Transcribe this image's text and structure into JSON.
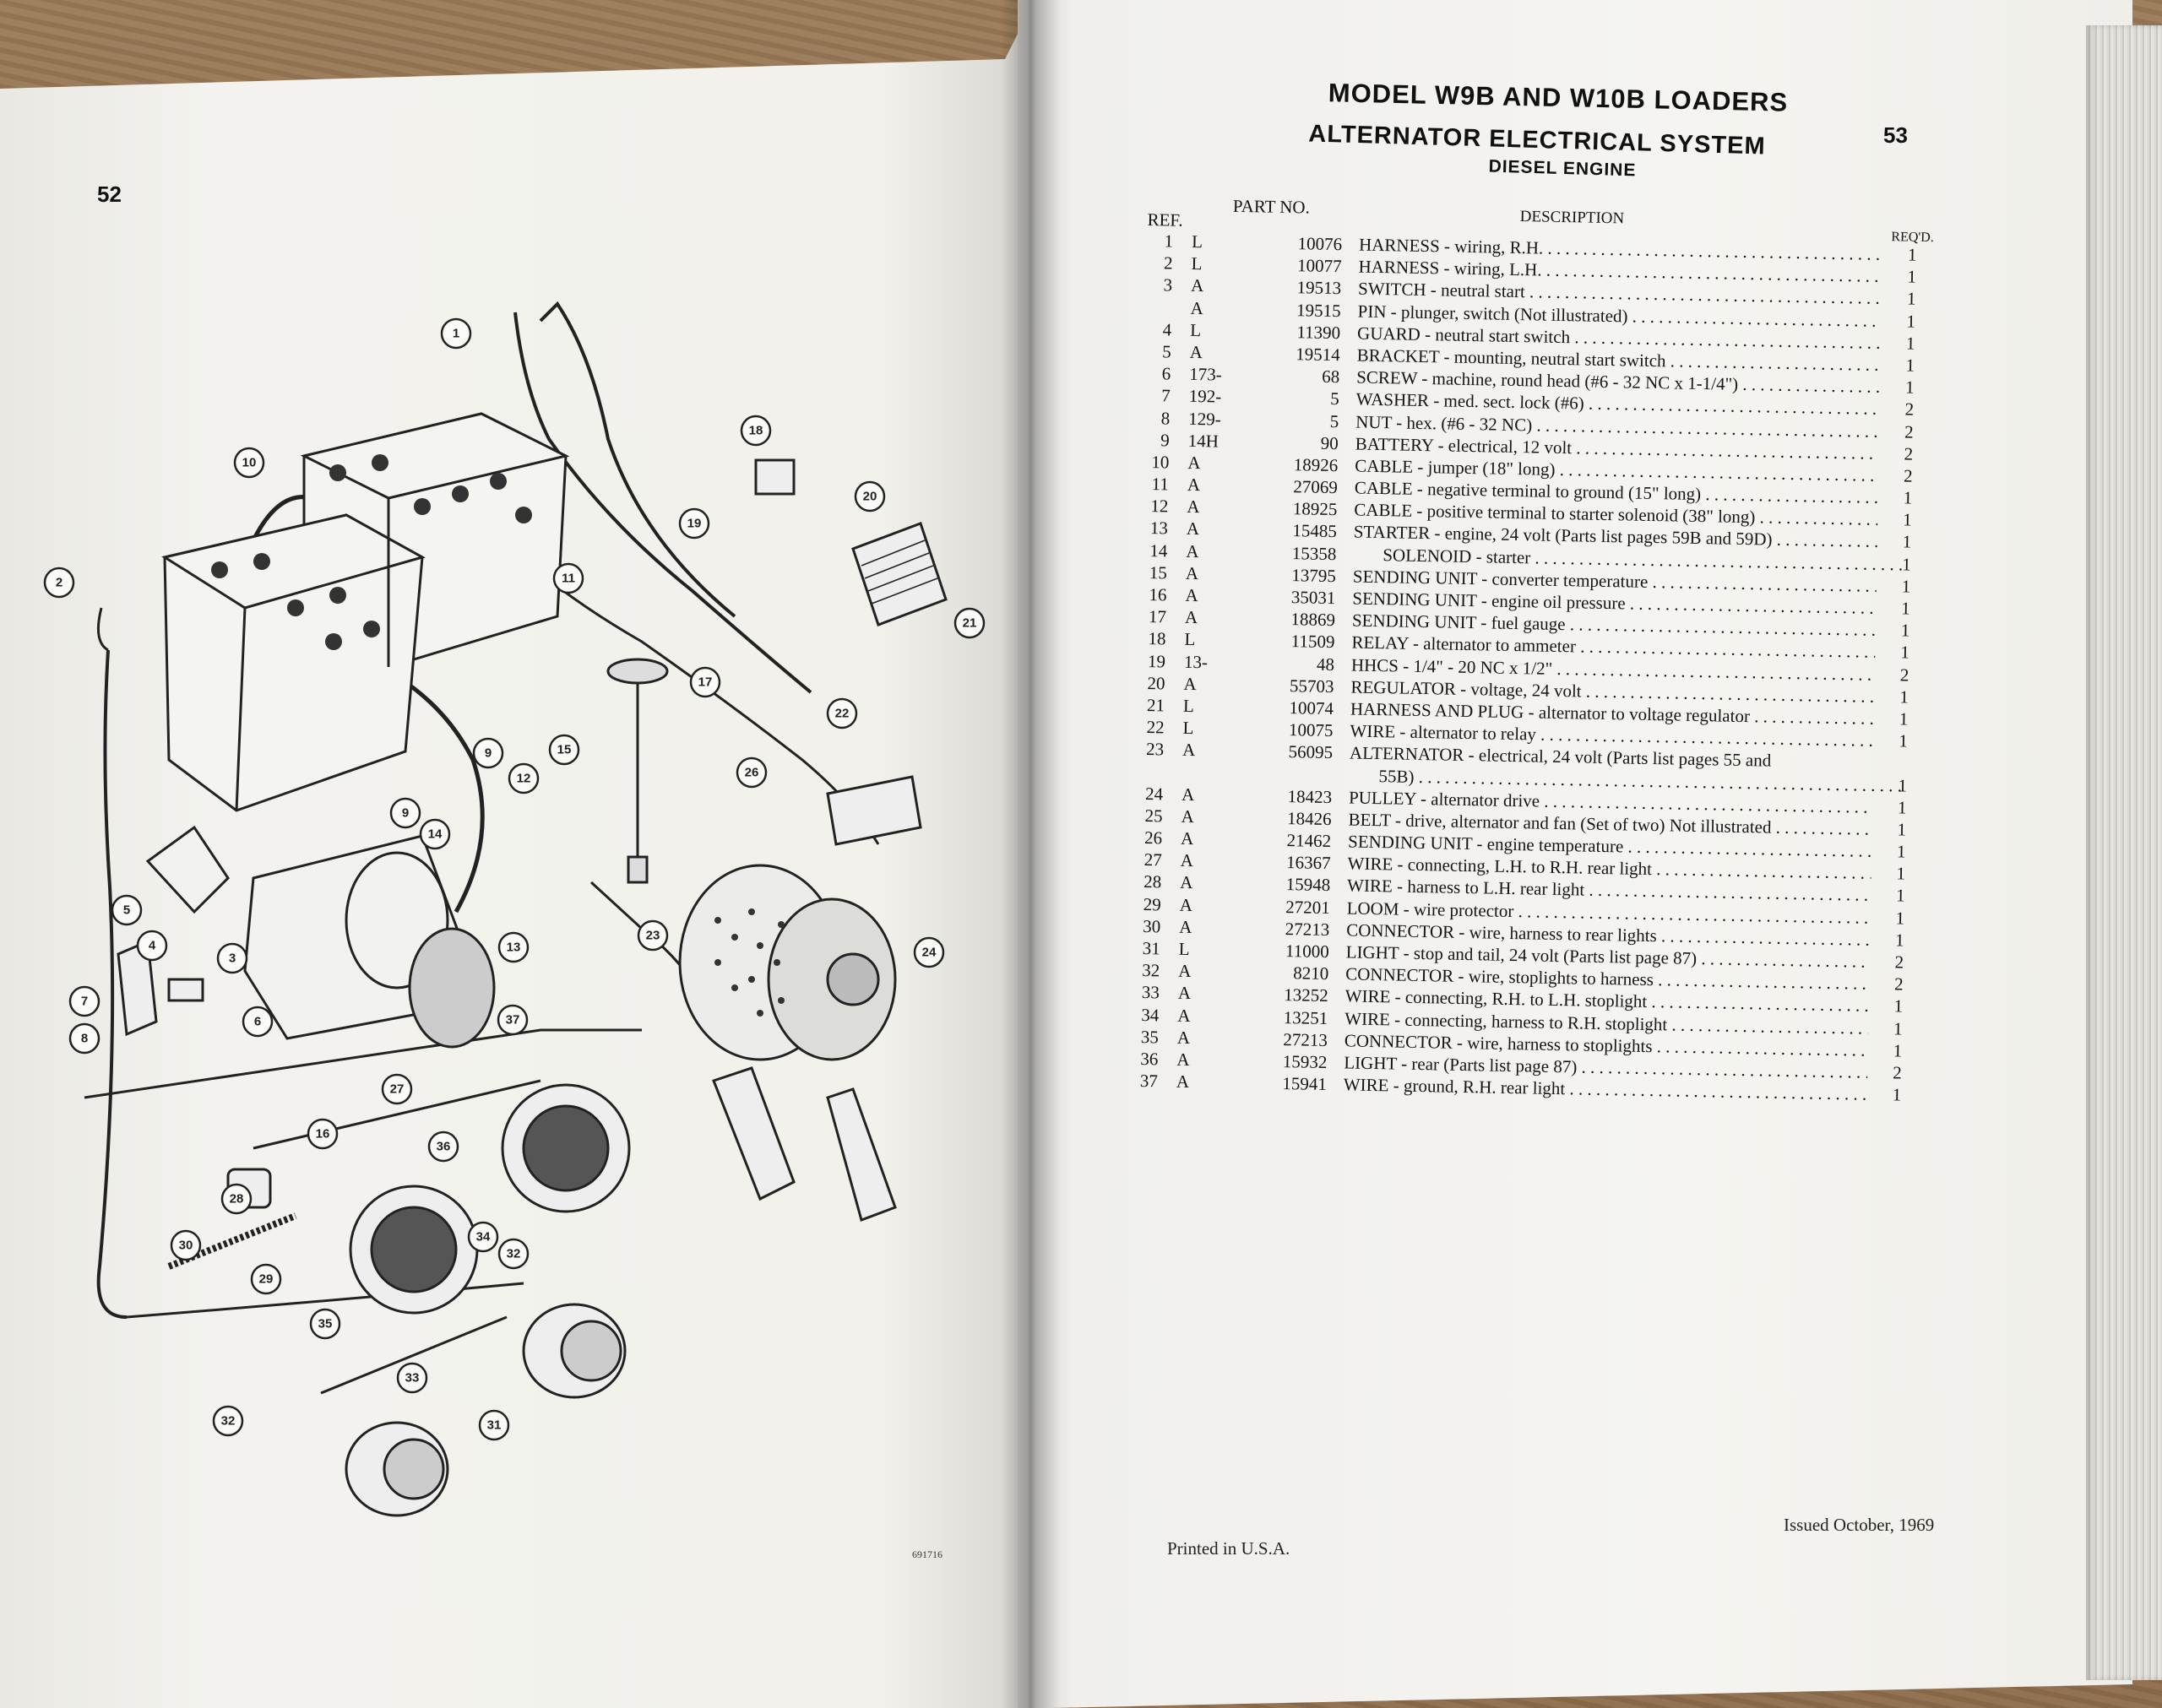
{
  "left_page": {
    "page_number": "52",
    "figure_code": "691716",
    "callouts": [
      "1",
      "2",
      "3",
      "4",
      "5",
      "6",
      "7",
      "8",
      "9",
      "9",
      "10",
      "11",
      "12",
      "13",
      "14",
      "15",
      "16",
      "17",
      "18",
      "19",
      "20",
      "21",
      "22",
      "23",
      "24",
      "26",
      "27",
      "28",
      "29",
      "30",
      "31",
      "32",
      "32",
      "33",
      "34",
      "35",
      "36",
      "37"
    ]
  },
  "right_page": {
    "page_number": "53",
    "title": "MODEL W9B AND W10B LOADERS",
    "subtitle": "ALTERNATOR ELECTRICAL SYSTEM",
    "subsubtitle": "DIESEL ENGINE",
    "headers": {
      "ref": "REF.",
      "part_no": "PART NO.",
      "description": "DESCRIPTION",
      "reqd": "REQ'D."
    },
    "rows": [
      {
        "ref": "1",
        "code": "L",
        "part": "10076",
        "desc": "HARNESS - wiring, R.H.",
        "qty": "1"
      },
      {
        "ref": "2",
        "code": "L",
        "part": "10077",
        "desc": "HARNESS - wiring, L.H.",
        "qty": "1"
      },
      {
        "ref": "3",
        "code": "A",
        "part": "19513",
        "desc": "SWITCH - neutral start",
        "qty": "1"
      },
      {
        "ref": "",
        "code": "A",
        "part": "19515",
        "desc": "PIN - plunger, switch (Not illustrated)",
        "qty": "1"
      },
      {
        "ref": "4",
        "code": "L",
        "part": "11390",
        "desc": "GUARD - neutral start switch",
        "qty": "1"
      },
      {
        "ref": "5",
        "code": "A",
        "part": "19514",
        "desc": "BRACKET - mounting, neutral start switch",
        "qty": "1"
      },
      {
        "ref": "6",
        "code": "173-",
        "part": "68",
        "desc": "SCREW - machine, round head (#6 - 32 NC x 1-1/4\")",
        "qty": "1"
      },
      {
        "ref": "7",
        "code": "192-",
        "part": "5",
        "desc": "WASHER - med. sect. lock (#6)",
        "qty": "2"
      },
      {
        "ref": "8",
        "code": "129-",
        "part": "5",
        "desc": "NUT - hex. (#6 - 32 NC)",
        "qty": "2"
      },
      {
        "ref": "9",
        "code": "14H",
        "part": "90",
        "desc": "BATTERY - electrical, 12 volt",
        "qty": "2"
      },
      {
        "ref": "10",
        "code": "A",
        "part": "18926",
        "desc": "CABLE - jumper (18\" long)",
        "qty": "2"
      },
      {
        "ref": "11",
        "code": "A",
        "part": "27069",
        "desc": "CABLE - negative terminal to ground (15\" long)",
        "qty": "1"
      },
      {
        "ref": "12",
        "code": "A",
        "part": "18925",
        "desc": "CABLE - positive terminal to starter solenoid (38\" long)",
        "qty": "1"
      },
      {
        "ref": "13",
        "code": "A",
        "part": "15485",
        "desc": "STARTER - engine, 24 volt (Parts list pages 59B and 59D)",
        "qty": "1"
      },
      {
        "ref": "14",
        "code": "A",
        "part": "15358",
        "desc": "SOLENOID - starter",
        "qty": "1",
        "indent": true
      },
      {
        "ref": "15",
        "code": "A",
        "part": "13795",
        "desc": "SENDING UNIT - converter temperature",
        "qty": "1"
      },
      {
        "ref": "16",
        "code": "A",
        "part": "35031",
        "desc": "SENDING UNIT - engine oil pressure",
        "qty": "1"
      },
      {
        "ref": "17",
        "code": "A",
        "part": "18869",
        "desc": "SENDING UNIT - fuel gauge",
        "qty": "1"
      },
      {
        "ref": "18",
        "code": "L",
        "part": "11509",
        "desc": "RELAY - alternator to ammeter",
        "qty": "1"
      },
      {
        "ref": "19",
        "code": "13-",
        "part": "48",
        "desc": "HHCS - 1/4\" - 20 NC x 1/2\"",
        "qty": "2"
      },
      {
        "ref": "20",
        "code": "A",
        "part": "55703",
        "desc": "REGULATOR - voltage, 24 volt",
        "qty": "1"
      },
      {
        "ref": "21",
        "code": "L",
        "part": "10074",
        "desc": "HARNESS AND PLUG - alternator to voltage regulator",
        "qty": "1"
      },
      {
        "ref": "22",
        "code": "L",
        "part": "10075",
        "desc": "WIRE - alternator to relay",
        "qty": "1"
      },
      {
        "ref": "23",
        "code": "A",
        "part": "56095",
        "desc": "ALTERNATOR - electrical, 24 volt (Parts list pages 55 and",
        "qty": ""
      },
      {
        "ref": "",
        "code": "",
        "part": "",
        "desc": "55B)",
        "qty": "1",
        "indent": true
      },
      {
        "ref": "24",
        "code": "A",
        "part": "18423",
        "desc": "PULLEY - alternator drive",
        "qty": "1"
      },
      {
        "ref": "25",
        "code": "A",
        "part": "18426",
        "desc": "BELT - drive, alternator and fan (Set of two) Not illustrated",
        "qty": "1"
      },
      {
        "ref": "26",
        "code": "A",
        "part": "21462",
        "desc": "SENDING UNIT - engine temperature",
        "qty": "1"
      },
      {
        "ref": "27",
        "code": "A",
        "part": "16367",
        "desc": "WIRE - connecting, L.H. to R.H. rear light",
        "qty": "1"
      },
      {
        "ref": "28",
        "code": "A",
        "part": "15948",
        "desc": "WIRE - harness to L.H. rear light",
        "qty": "1"
      },
      {
        "ref": "29",
        "code": "A",
        "part": "27201",
        "desc": "LOOM - wire protector",
        "qty": "1"
      },
      {
        "ref": "30",
        "code": "A",
        "part": "27213",
        "desc": "CONNECTOR - wire, harness to rear lights",
        "qty": "1"
      },
      {
        "ref": "31",
        "code": "L",
        "part": "11000",
        "desc": "LIGHT - stop and tail, 24 volt (Parts list page 87)",
        "qty": "2"
      },
      {
        "ref": "32",
        "code": "A",
        "part": "8210",
        "desc": "CONNECTOR - wire, stoplights to harness",
        "qty": "2"
      },
      {
        "ref": "33",
        "code": "A",
        "part": "13252",
        "desc": "WIRE - connecting, R.H. to L.H. stoplight",
        "qty": "1"
      },
      {
        "ref": "34",
        "code": "A",
        "part": "13251",
        "desc": "WIRE - connecting, harness to R.H. stoplight",
        "qty": "1"
      },
      {
        "ref": "35",
        "code": "A",
        "part": "27213",
        "desc": "CONNECTOR - wire, harness to stoplights",
        "qty": "1"
      },
      {
        "ref": "36",
        "code": "A",
        "part": "15932",
        "desc": "LIGHT - rear (Parts list page 87)",
        "qty": "2"
      },
      {
        "ref": "37",
        "code": "A",
        "part": "15941",
        "desc": "WIRE - ground, R.H. rear light",
        "qty": "1"
      }
    ],
    "footer_left": "Printed in U.S.A.",
    "footer_right": "Issued October, 1969"
  }
}
